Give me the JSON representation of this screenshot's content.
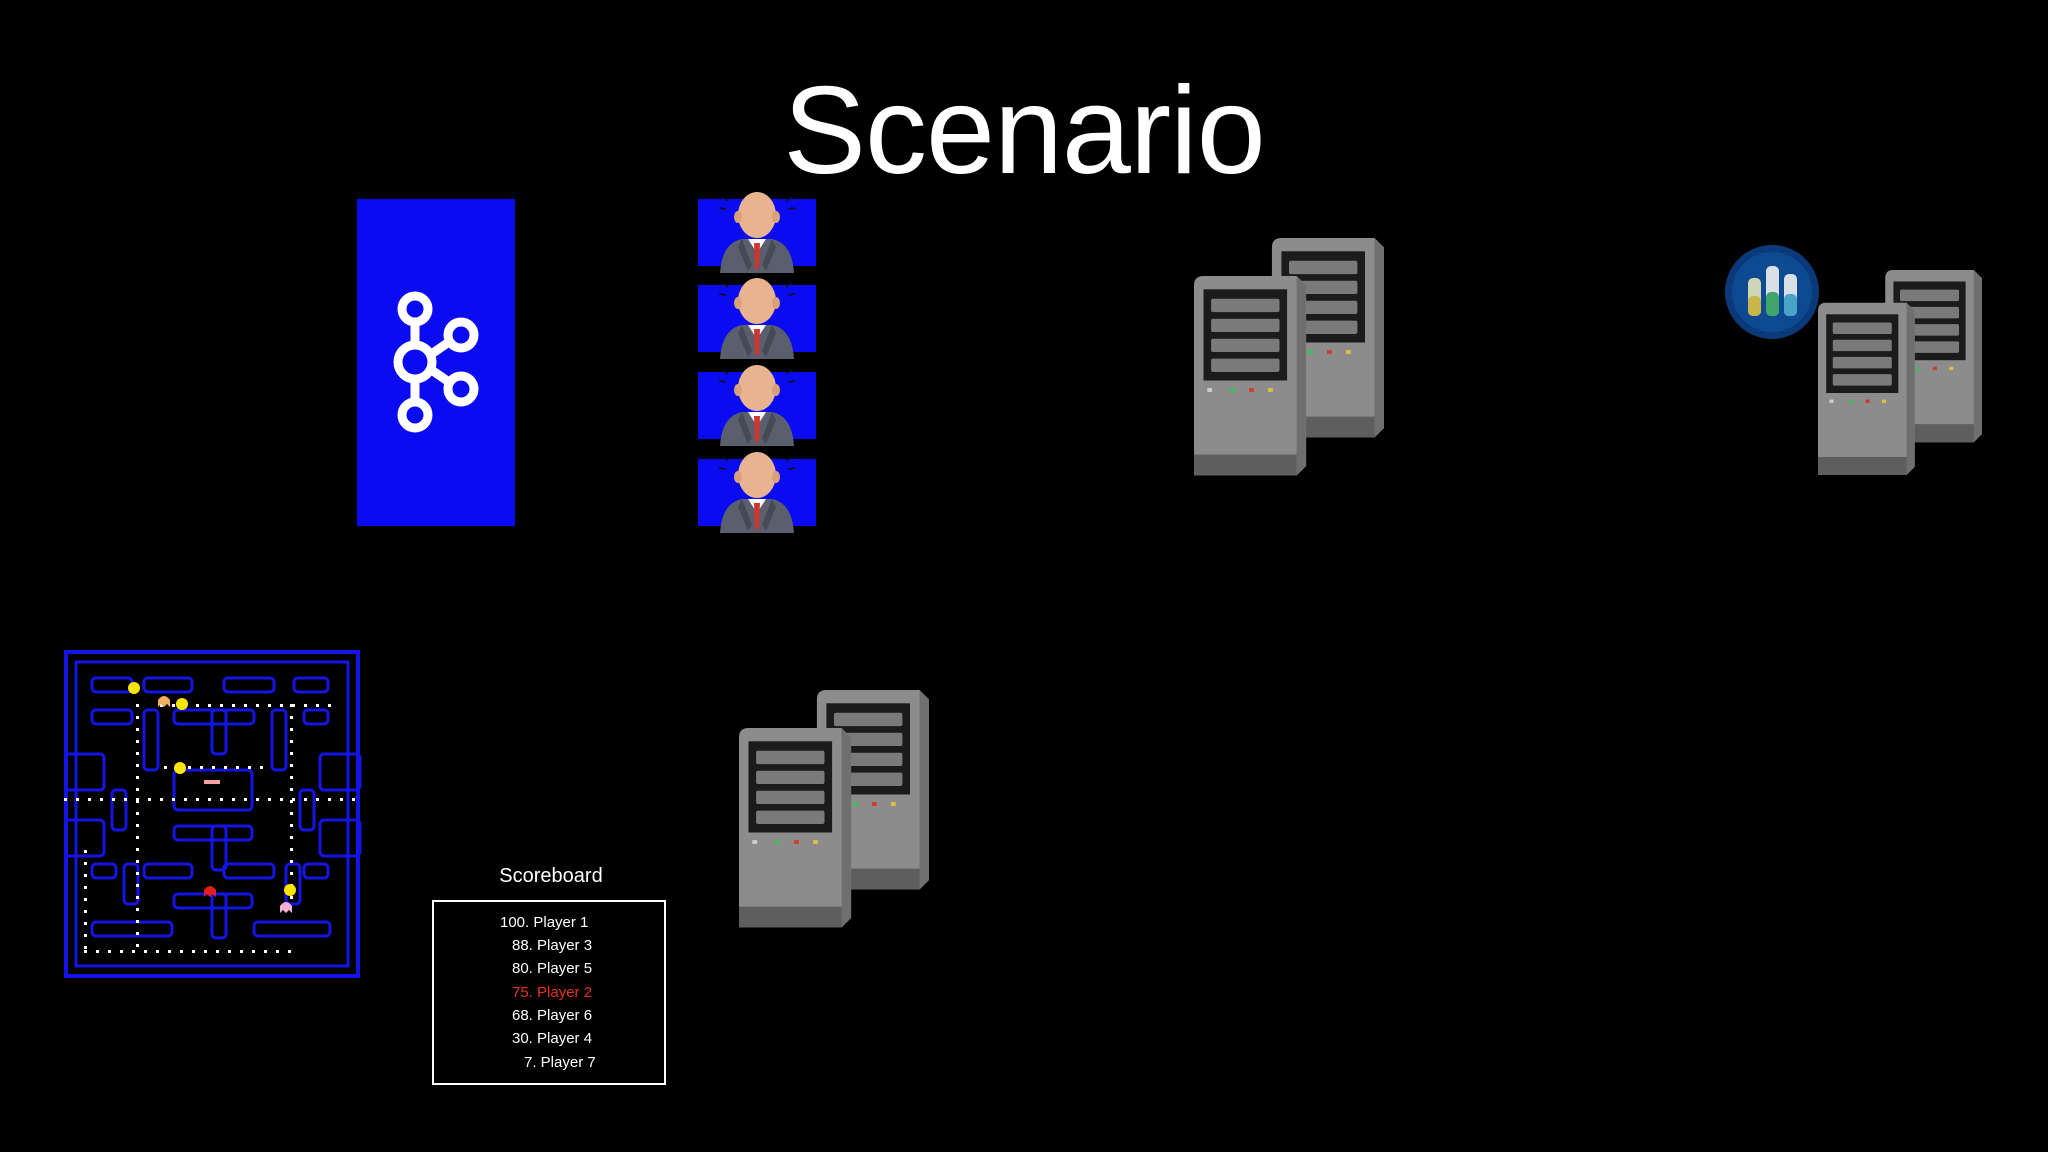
{
  "slide": {
    "title": "Scenario"
  },
  "colors": {
    "background": "#000000",
    "topic_blue": "#0b0bf2",
    "maze_blue": "#1414e6",
    "highlight": "#e8321e",
    "server_gray": "#9b9b9b"
  },
  "icons": {
    "topic": "kafka-logo-icon",
    "consumer": "business-person-icon",
    "server": "server-tower-icon",
    "database": "database-cylinders-icon",
    "game": "pacman-maze-icon"
  },
  "scoreboard": {
    "label": "Scoreboard",
    "entries": [
      {
        "text": "100. Player 1",
        "highlighted": false
      },
      {
        "text": "88. Player 3",
        "highlighted": false
      },
      {
        "text": "80. Player 5",
        "highlighted": false
      },
      {
        "text": "75. Player 2",
        "highlighted": true
      },
      {
        "text": "68. Player 6",
        "highlighted": false
      },
      {
        "text": "30. Player 4",
        "highlighted": false
      },
      {
        "text": "7. Player 7",
        "highlighted": false
      }
    ]
  }
}
